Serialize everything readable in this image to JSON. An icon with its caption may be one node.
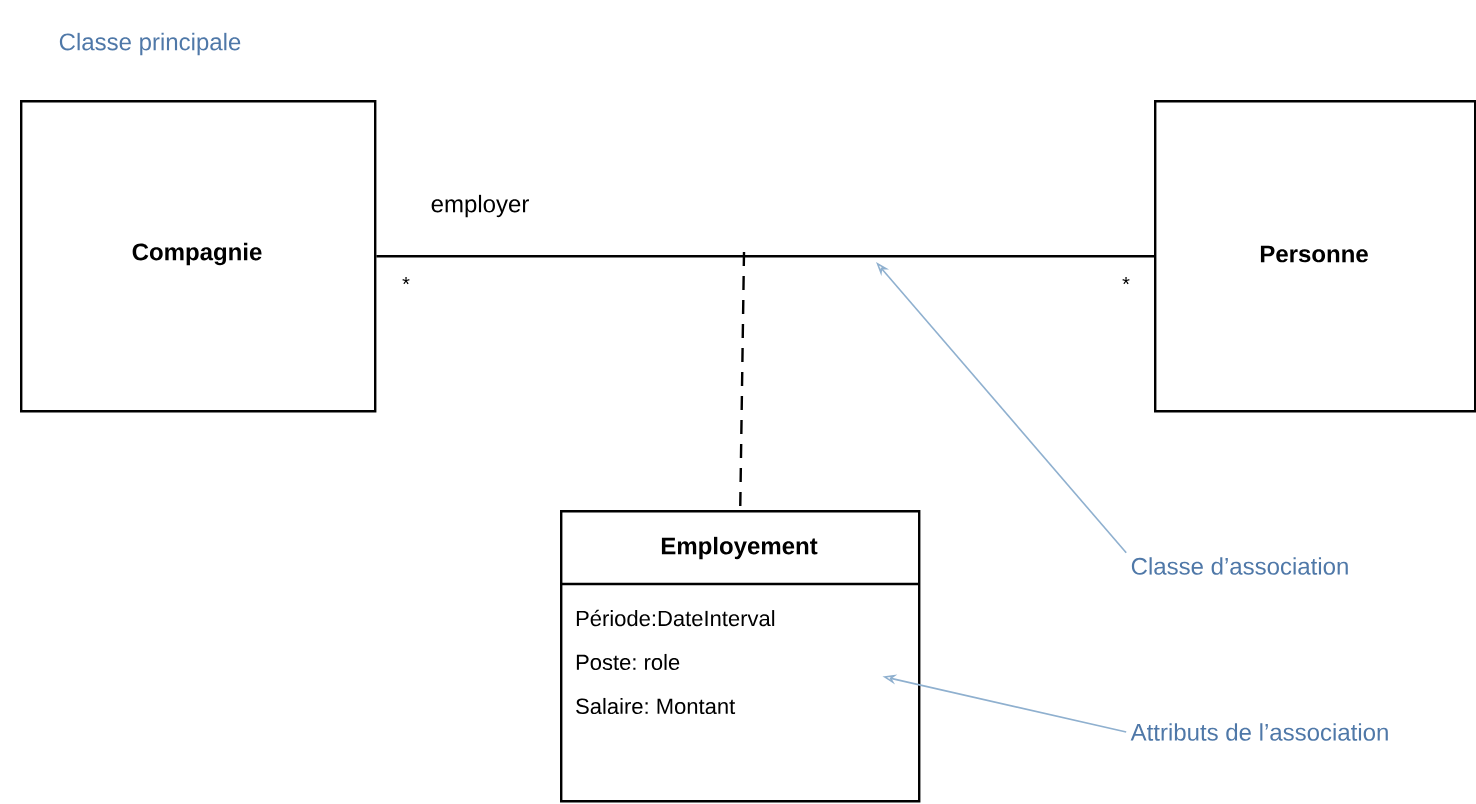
{
  "diagram": {
    "nodes": [
      {
        "text": [
          "Compagnie"
        ]
      },
      {
        "text": [
          "Personne"
        ]
      },
      {
        "text": [
          "Employement",
          "Période:DateInterval",
          "Poste: role",
          "Salaire: Montant"
        ]
      },
      {
        "text": [
          "Classe d’association"
        ]
      },
      {
        "text": [
          "Attributs de l’association"
        ]
      }
    ],
    "edges": [
      {
        "from": 0,
        "to": 1,
        "arrow": "none",
        "label": "employer"
      },
      {
        "from": null,
        "to": 2,
        "arrow": "none",
        "style": "dashed"
      },
      {
        "from": 3,
        "to": null,
        "arrow": "to",
        "color": "#8fb0cf"
      },
      {
        "from": 4,
        "to": 2,
        "arrow": "to",
        "color": "#8fb0cf"
      }
    ],
    "labels": [
      "Classe principale",
      "*",
      "*"
    ]
  }
}
